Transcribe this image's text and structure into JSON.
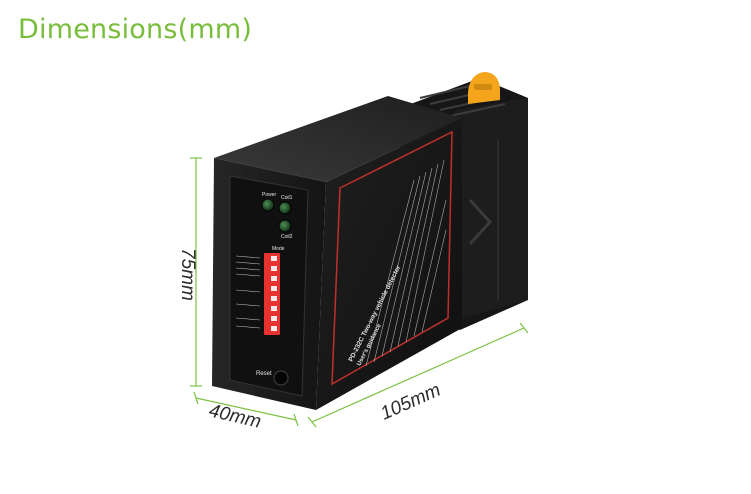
{
  "title": "Dimensions(mm)",
  "dimensions": {
    "height_label": "75mm",
    "depth_label": "40mm",
    "length_label": "105mm"
  },
  "device": {
    "front_labels": {
      "power": "Power",
      "coil1": "Coil1",
      "coil2": "Coil2",
      "mode": "Mode",
      "reset": "Reset"
    },
    "side_label_title": "PD-232C Two-way vehicle detector",
    "side_label_subtitle": "User's guidance"
  },
  "colors": {
    "title_green": "#78bd3c",
    "body_black": "#1a1a1a",
    "dip_red": "#e8322f",
    "led_green": "#1f5a2a",
    "clip_yellow": "#f4a51c",
    "dimension_line": "#7cc242"
  }
}
